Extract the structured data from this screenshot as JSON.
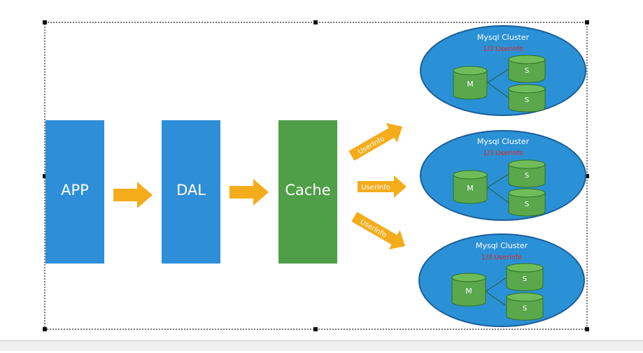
{
  "diagram": {
    "app_label": "APP",
    "dal_label": "DAL",
    "cache_label": "Cache",
    "arrow_labels": [
      "UserInfo",
      "UserInfo",
      "UserInfo"
    ],
    "clusters": [
      {
        "title": "Mysql Cluster",
        "subtitle": "1/3 Userinfo",
        "master": "M",
        "slaves": [
          "S",
          "S"
        ]
      },
      {
        "title": "Mysql Cluster",
        "subtitle": "1/3 Userinfo",
        "master": "M",
        "slaves": [
          "S",
          "S"
        ]
      },
      {
        "title": "Mysql Cluster",
        "subtitle": "1/3 Userinfo",
        "master": "M",
        "slaves": [
          "S",
          "S"
        ]
      }
    ]
  },
  "colors": {
    "box_blue": "#2e8fd8",
    "cache_green": "#4e9f47",
    "arrow_orange": "#f4ac1b",
    "cluster_blue": "#2b91d6",
    "db_green": "#5aa84b",
    "subtitle_red": "#e2231a"
  }
}
